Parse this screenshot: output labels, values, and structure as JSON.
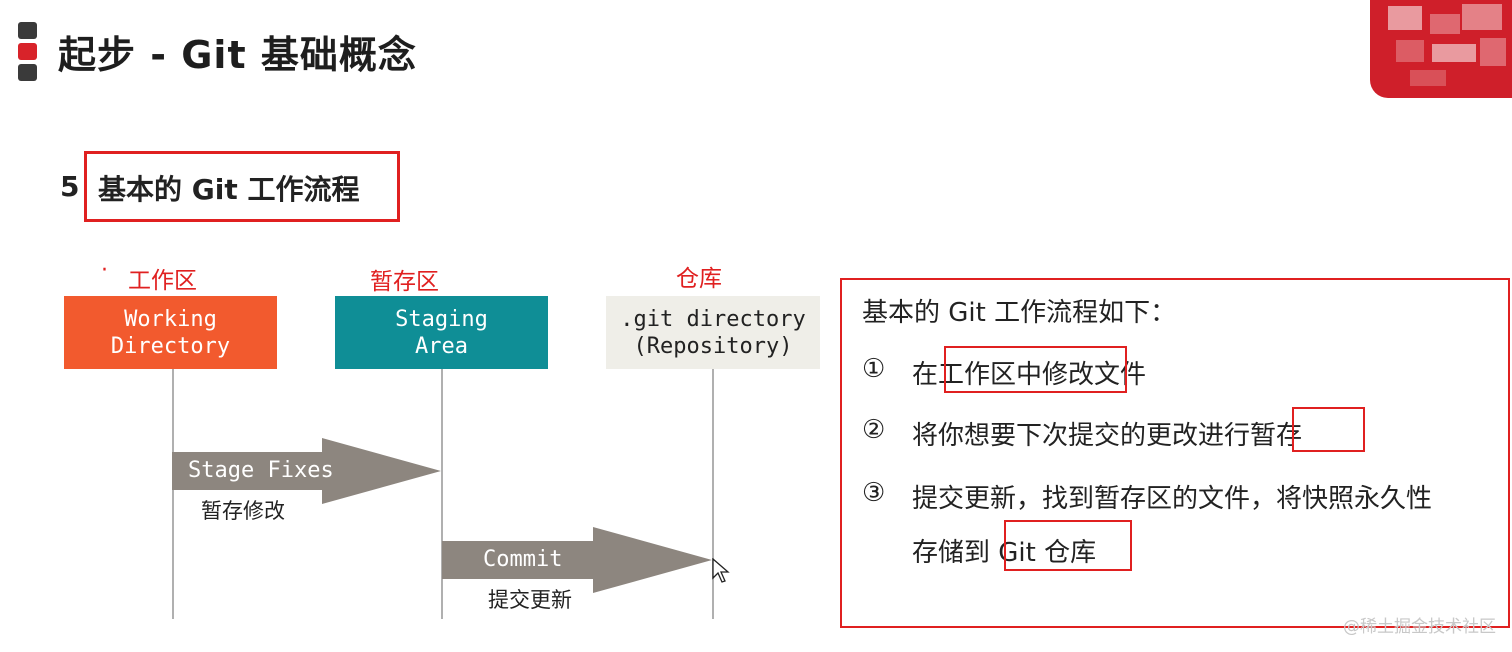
{
  "header": {
    "title": "起步 - Git 基础概念"
  },
  "section": {
    "number": "5",
    "title": "基本的 Git 工作流程"
  },
  "diagram": {
    "columns": [
      {
        "label": "工作区",
        "box_text": "Working\nDirectory",
        "color": "#f25a2e",
        "text_color": "#ffffff"
      },
      {
        "label": "暂存区",
        "box_text": "Staging\nArea",
        "color": "#0f8e96",
        "text_color": "#ffffff"
      },
      {
        "label": "仓库",
        "box_text": ".git directory\n(Repository)",
        "color": "#efeee8",
        "text_color": "#222222"
      }
    ],
    "arrows": [
      {
        "text": "Stage Fixes",
        "caption": "暂存修改",
        "color": "#8d867f"
      },
      {
        "text": "Commit",
        "caption": "提交更新",
        "color": "#8d867f"
      }
    ],
    "bullet_mark": "·"
  },
  "panel": {
    "heading": "基本的 Git 工作流程如下：",
    "steps": [
      {
        "marker": "①",
        "text": "在工作区中修改文件"
      },
      {
        "marker": "②",
        "text": "将你想要下次提交的更改进行暂存"
      },
      {
        "marker": "③",
        "text": "提交更新，找到暂存区的文件，将快照永久性",
        "continuation": "存储到 Git 仓库"
      }
    ]
  },
  "watermark": "@稀土掘金技术社区",
  "colors": {
    "accent_red": "#e02020",
    "brand_red": "#cf1f2a"
  }
}
